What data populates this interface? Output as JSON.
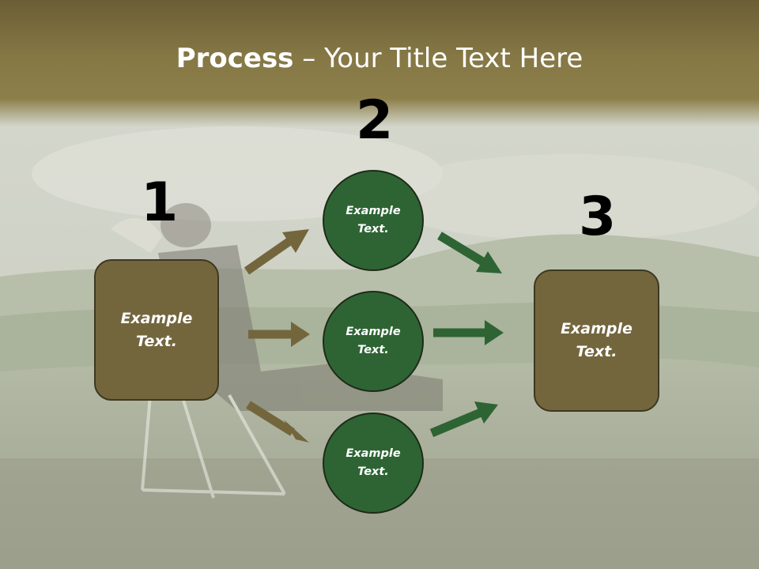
{
  "title": {
    "bold": "Process",
    "rest": " – Your Title Text Here"
  },
  "numbers": [
    "1",
    "2",
    "3"
  ],
  "left_box": {
    "line1": "Example",
    "line2": "Text."
  },
  "right_box": {
    "line1": "Example",
    "line2": "Text."
  },
  "circles": [
    {
      "line1": "Example",
      "line2": "Text."
    },
    {
      "line1": "Example",
      "line2": "Text."
    },
    {
      "line1": "Example",
      "line2": "Text."
    }
  ],
  "colors": {
    "header": "#857845",
    "box_fill": "#73663d",
    "circle_fill": "#2e6434",
    "arrow_brown": "#73663d",
    "arrow_green": "#2e6434"
  }
}
